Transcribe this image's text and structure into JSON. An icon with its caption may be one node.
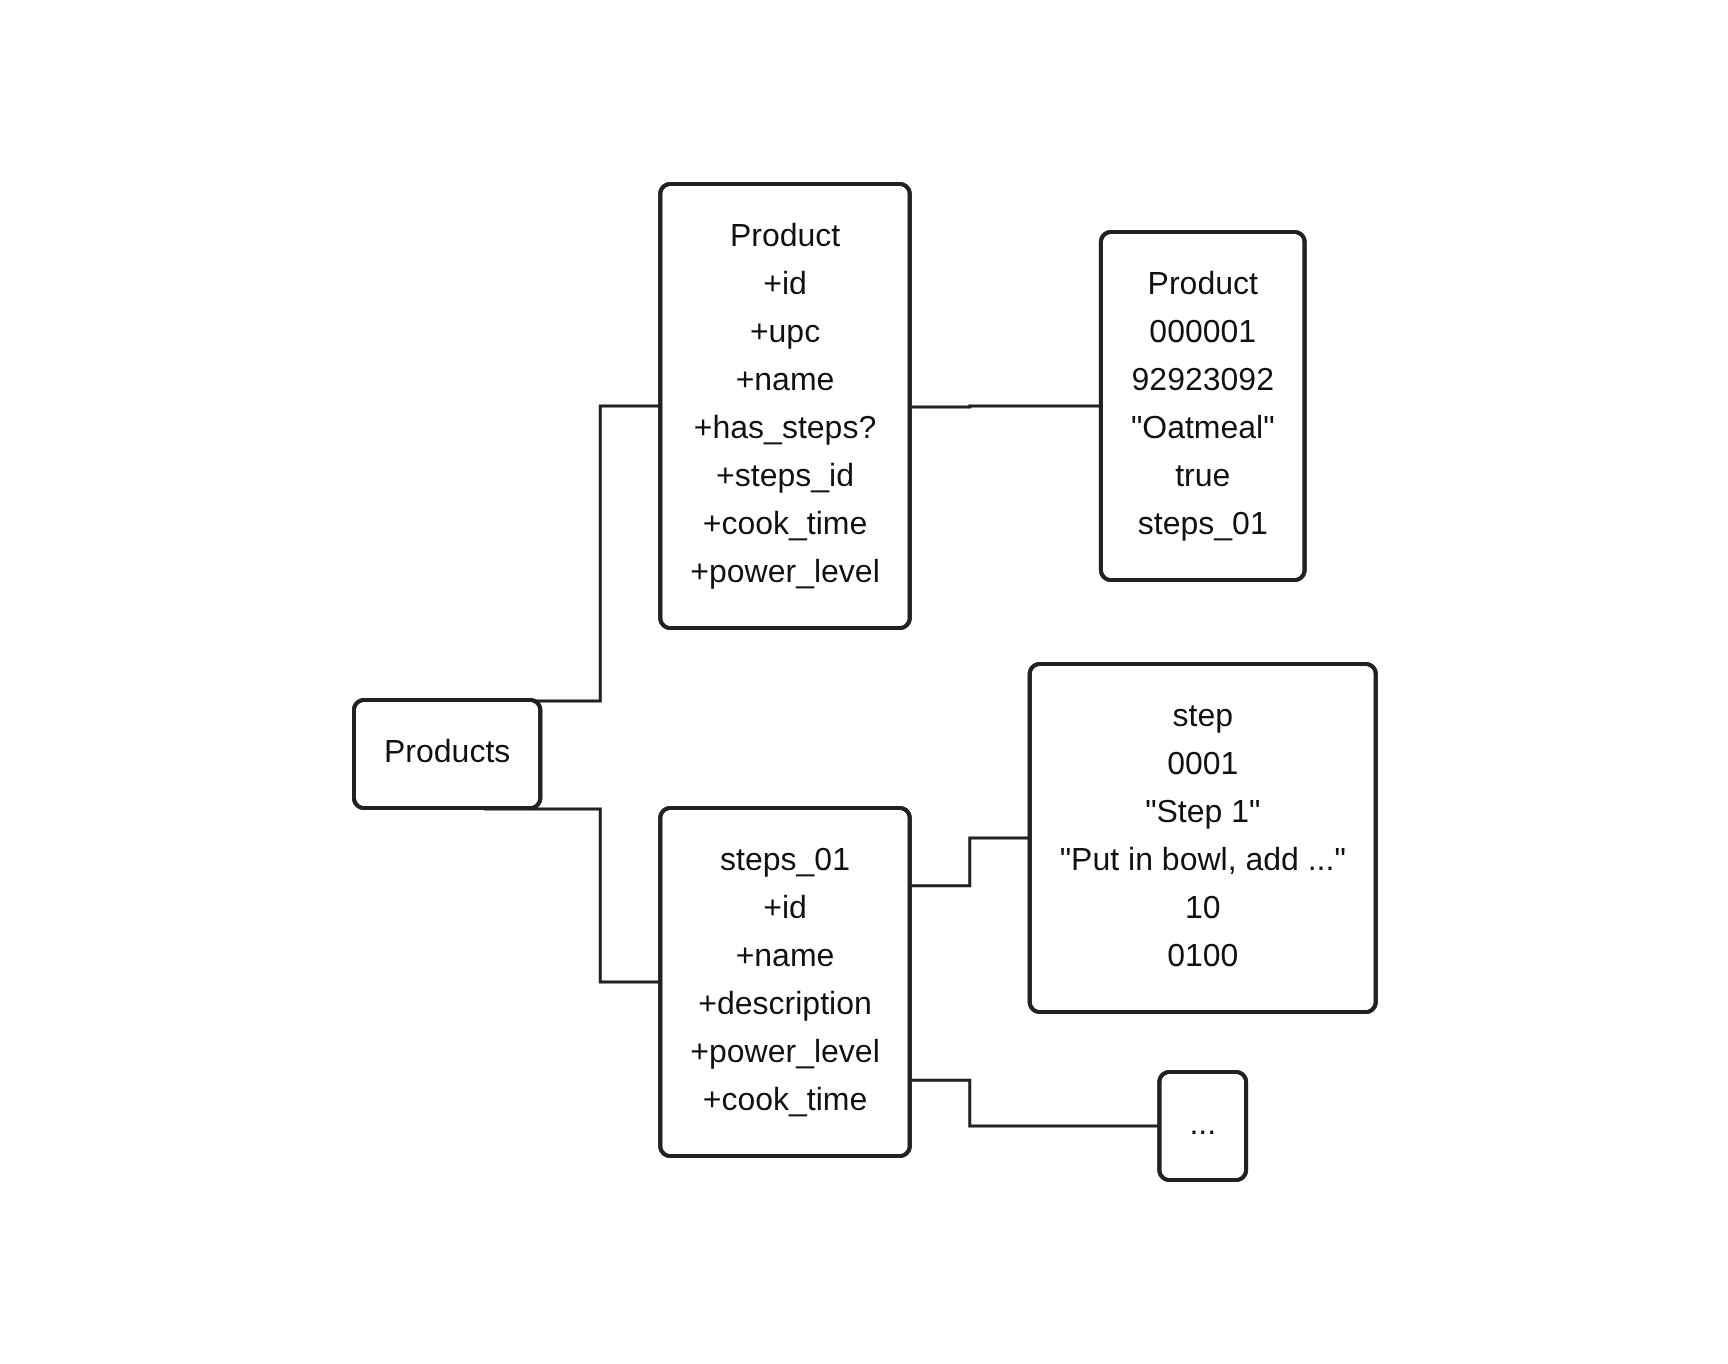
{
  "diagram": {
    "nodes": [
      {
        "text": [
          "Products"
        ]
      },
      {
        "text": [
          "Product",
          "+id",
          "+upc",
          "+name",
          "+has_steps?",
          "+steps_id",
          "+cook_time",
          "+power_level"
        ]
      },
      {
        "text": [
          "Product",
          "000001",
          "92923092",
          "\"Oatmeal\"",
          "true",
          "steps_01"
        ]
      },
      {
        "text": [
          "steps_01",
          "+id",
          "+name",
          "+description",
          "+power_level",
          "+cook_time"
        ]
      },
      {
        "text": [
          "step",
          "0001",
          "\"Step 1\"",
          "\"Put in bowl, add ...\"",
          "10",
          "0100"
        ]
      },
      {
        "text": [
          "..."
        ]
      }
    ],
    "edges": [
      {
        "from": 0,
        "to": 1,
        "arrow": "none"
      },
      {
        "from": 0,
        "to": 3,
        "arrow": "none"
      },
      {
        "from": 1,
        "to": 2,
        "arrow": "none"
      },
      {
        "from": 3,
        "to": 4,
        "arrow": "none"
      },
      {
        "from": 3,
        "to": 5,
        "arrow": "none"
      }
    ]
  }
}
